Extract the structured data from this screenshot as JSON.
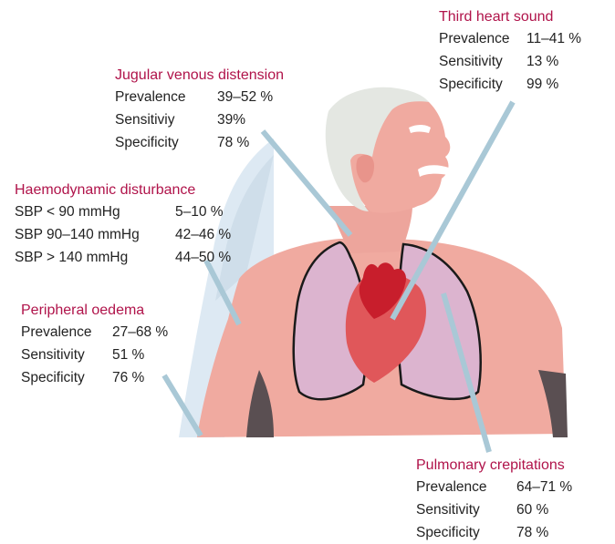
{
  "blocks": {
    "third_heart_sound": {
      "title": "Third heart sound",
      "rows": [
        {
          "label": "Prevalence",
          "value": "11–41 %"
        },
        {
          "label": "Sensitivity",
          "value": "13 %"
        },
        {
          "label": "Specificity",
          "value": "99 %"
        }
      ]
    },
    "jugular_venous_distension": {
      "title": "Jugular venous distension",
      "rows": [
        {
          "label": "Prevalence",
          "value": "39–52 %"
        },
        {
          "label": "Sensitiviy",
          "value": "39%"
        },
        {
          "label": "Specificity",
          "value": "78 %"
        }
      ]
    },
    "haemodynamic_disturbance": {
      "title": "Haemodynamic disturbance",
      "rows": [
        {
          "label": "SBP < 90 mmHg",
          "value": "5–10 %"
        },
        {
          "label": "SBP 90–140  mmHg",
          "value": "42–46 %"
        },
        {
          "label": "SBP > 140 mmHg",
          "value": "44–50 %"
        }
      ]
    },
    "peripheral_oedema": {
      "title": "Peripheral oedema",
      "rows": [
        {
          "label": "Prevalence",
          "value": "27–68 %"
        },
        {
          "label": "Sensitivity",
          "value": "51 %"
        },
        {
          "label": "Specificity",
          "value": "76 %"
        }
      ]
    },
    "pulmonary_crepitations": {
      "title": "Pulmonary crepitations",
      "rows": [
        {
          "label": "Prevalence",
          "value": "64–71 %"
        },
        {
          "label": "Sensitivity",
          "value": "60 %"
        },
        {
          "label": "Specificity",
          "value": "78 %"
        }
      ]
    }
  },
  "colors": {
    "title_text": "#b0134a",
    "body_text": "#222222",
    "pointer_line": "#a9c8d6",
    "skin": "#f0aaa0",
    "blanket": "#dde9f3",
    "lungs": "#dcb4cf",
    "heart": "#e0575a",
    "heart_top": "#c81e2c",
    "hair": "#e4e7e2",
    "shadow": "#5a4f52"
  }
}
